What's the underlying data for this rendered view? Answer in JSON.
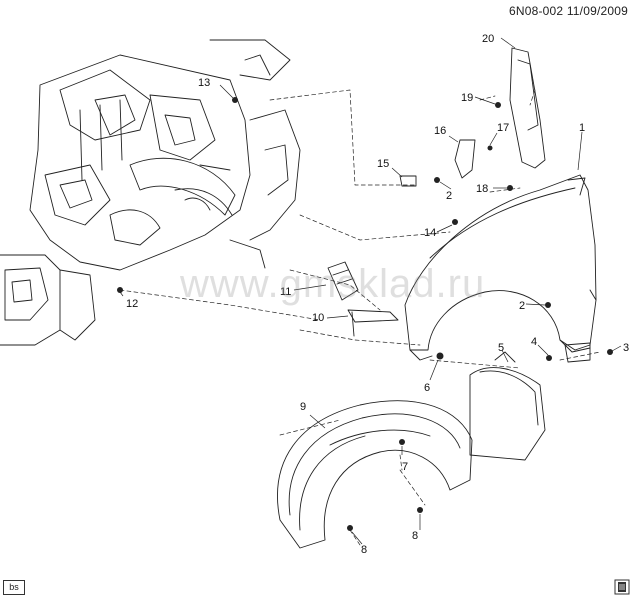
{
  "header": {
    "diagram_code": "6N08-002",
    "date": "11/09/2009"
  },
  "watermark": "www.gmsklad.ru",
  "footer": {
    "badge": "bs"
  },
  "callouts": [
    {
      "id": "c1",
      "label": "1"
    },
    {
      "id": "c2a",
      "label": "2"
    },
    {
      "id": "c2b",
      "label": "2"
    },
    {
      "id": "c3",
      "label": "3"
    },
    {
      "id": "c4",
      "label": "4"
    },
    {
      "id": "c5",
      "label": "5"
    },
    {
      "id": "c6",
      "label": "6"
    },
    {
      "id": "c7",
      "label": "7"
    },
    {
      "id": "c8a",
      "label": "8"
    },
    {
      "id": "c8b",
      "label": "8"
    },
    {
      "id": "c9",
      "label": "9"
    },
    {
      "id": "c10",
      "label": "10"
    },
    {
      "id": "c11",
      "label": "11"
    },
    {
      "id": "c12",
      "label": "12"
    },
    {
      "id": "c13",
      "label": "13"
    },
    {
      "id": "c14",
      "label": "14"
    },
    {
      "id": "c15",
      "label": "15"
    },
    {
      "id": "c16",
      "label": "16"
    },
    {
      "id": "c17",
      "label": "17"
    },
    {
      "id": "c18",
      "label": "18"
    },
    {
      "id": "c19",
      "label": "19"
    },
    {
      "id": "c20",
      "label": "20"
    }
  ],
  "icons": {
    "footer_icon": "book-icon"
  }
}
